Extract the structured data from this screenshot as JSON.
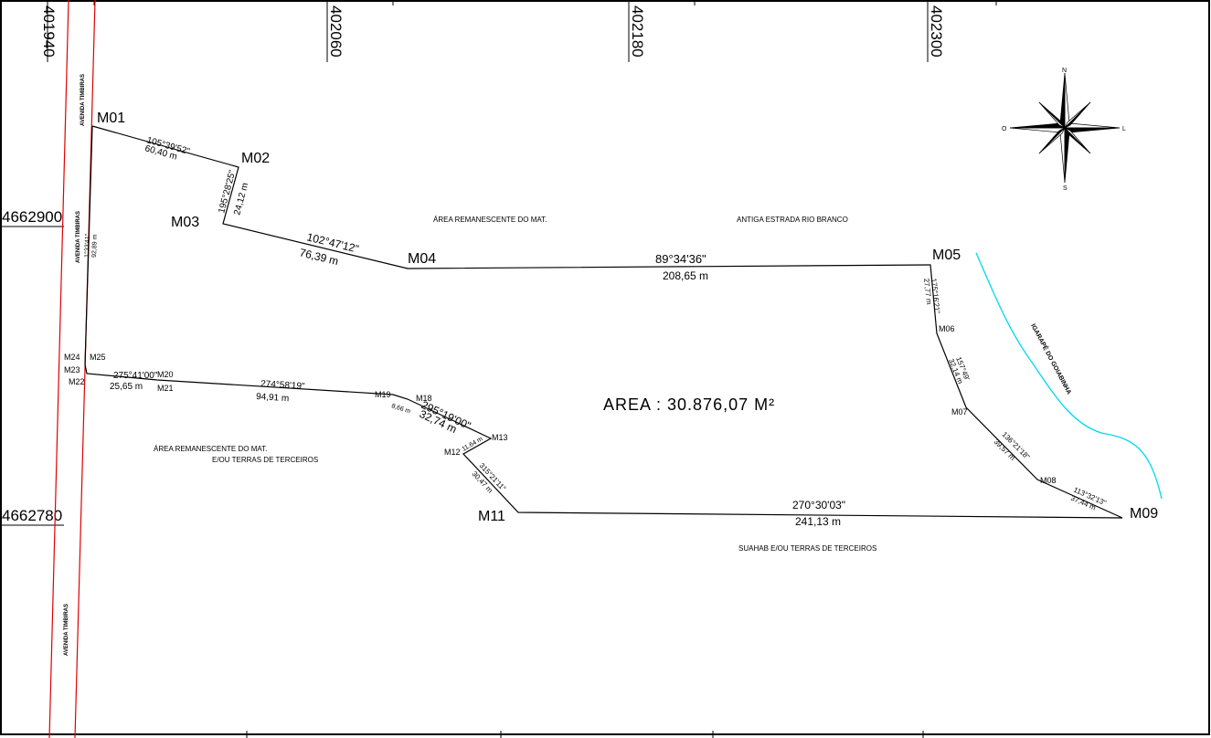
{
  "grid": {
    "easting": [
      "401940",
      "402060",
      "402180",
      "402300"
    ],
    "northing": [
      "4662900",
      "4662780"
    ]
  },
  "roads": {
    "avenida_upper": "AVENIDA TIMBIRAS",
    "avenida_mid": "AVENIDA TIMBIRAS",
    "avenida_lower": "AVENIDA TIMBIRAS",
    "igarape": "IGARAPÉ DO GOIABINHA"
  },
  "markers": {
    "m01": "M01",
    "m02": "M02",
    "m03": "M03",
    "m04": "M04",
    "m05": "M05",
    "m06": "M06",
    "m07": "M07",
    "m08": "M08",
    "m09": "M09",
    "m11": "M11",
    "m12": "M12",
    "m13": "M13",
    "m18": "M18",
    "m19": "M19",
    "m20": "M20",
    "m21": "M21",
    "m22": "M22",
    "m23": "M23",
    "m24": "M24",
    "m25": "M25"
  },
  "segments": {
    "m01_m02": {
      "angle": "105°39'52\"",
      "dist": "60,40 m"
    },
    "m02_m03": {
      "angle": "195°28'25\"",
      "dist": "24,12 m"
    },
    "m03_m04": {
      "angle": "102°47'12\"",
      "dist": "76,39 m"
    },
    "m04_m05": {
      "angle": "89°34'36\"",
      "dist": "208,65 m"
    },
    "m05_m06": {
      "angle": "175°16'21\"",
      "dist": "27,77 m"
    },
    "m06_m07": {
      "angle": "157°49'",
      "dist": "32,14 m"
    },
    "m07_m08": {
      "angle": "136°21'18\"",
      "dist": "39,57 m"
    },
    "m08_m09": {
      "angle": "113°32'13\"",
      "dist": "37,44 m"
    },
    "m09_m11": {
      "angle": "270°30'03\"",
      "dist": "241,13 m"
    },
    "m11_m12": {
      "angle": "315°21'11\"",
      "dist": "30,47 m"
    },
    "m12_m13": {
      "angle": "",
      "dist": "11,64 m"
    },
    "m13_m18": {
      "angle": "295°19'00\"",
      "dist": "32,74 m"
    },
    "m18_m19": {
      "angle": "",
      "dist": "8,66 m"
    },
    "m19_m20": {
      "angle": "274°58'19\"",
      "dist": "94,91 m"
    },
    "m20_m22": {
      "angle": "275°41'00\"",
      "dist": "25,65 m"
    },
    "m24_m01": {
      "angle": "1°33'41\"",
      "dist": "92,89 m"
    }
  },
  "labels": {
    "area": "AREA : 30.876,07 M²",
    "remanescente_top": "ÁREA REMANESCENTE DO MAT.",
    "estrada": "ANTIGA ESTRADA RIO BRANCO",
    "remanescente_left_1": "ÁREA REMANESCENTE DO MAT.",
    "remanescente_left_2": "E/OU  TERRAS DE TERCEIROS",
    "suahab": "SUAHAB E/OU TERRAS DE TERCEIROS"
  },
  "compass": {
    "n": "N",
    "s": "S",
    "l": "L",
    "o": "O"
  },
  "colors": {
    "line": "#000000",
    "road": "#e00000",
    "stream": "#00d8f0"
  }
}
